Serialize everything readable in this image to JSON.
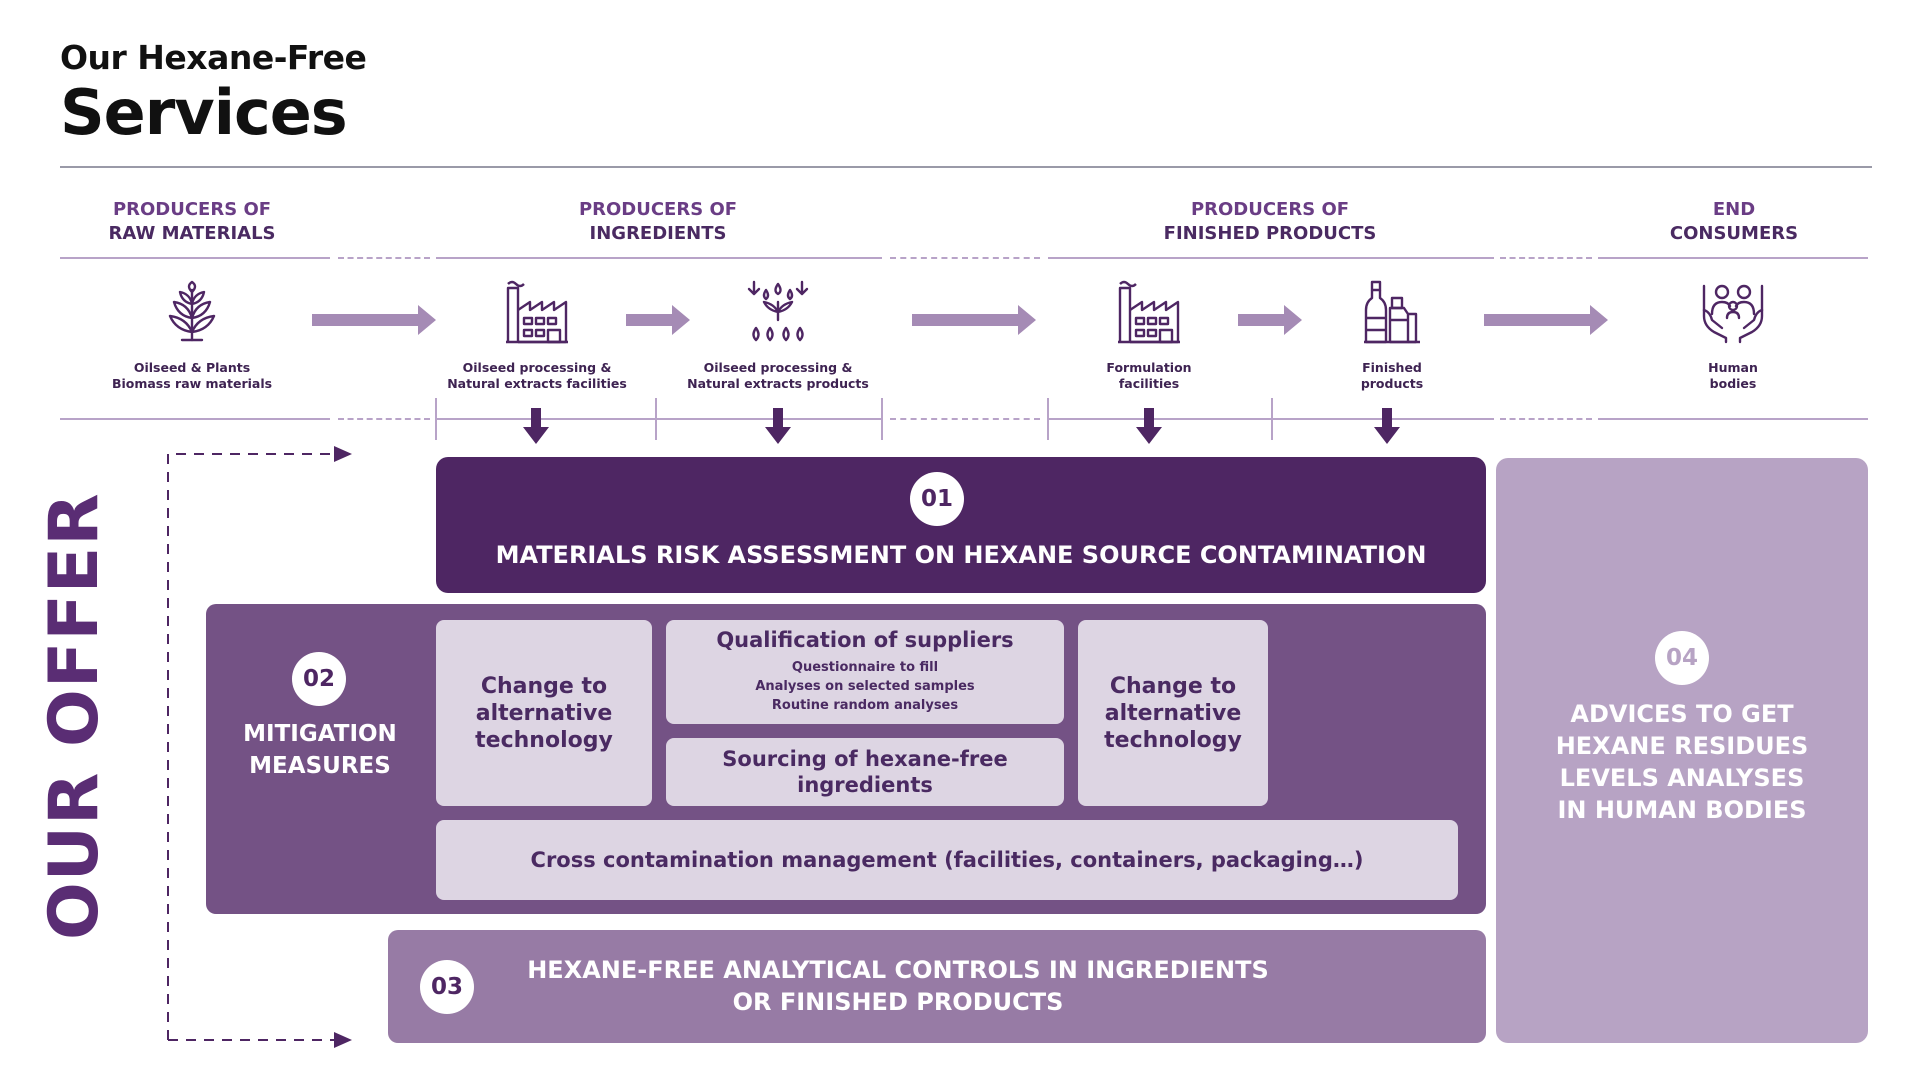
{
  "header": {
    "title_line1": "Our Hexane-Free",
    "title_line2": "Services"
  },
  "stages": [
    {
      "line1": "PRODUCERS OF",
      "line2": "RAW MATERIALS"
    },
    {
      "line1": "PRODUCERS OF",
      "line2": "INGREDIENTS"
    },
    {
      "line1": "PRODUCERS OF",
      "line2": "FINISHED PRODUCTS"
    },
    {
      "line1": "END",
      "line2": "CONSUMERS"
    }
  ],
  "nodes": [
    {
      "icon": "plant-icon",
      "line1": "Oilseed & Plants",
      "line2": "Biomass raw materials"
    },
    {
      "icon": "factory-icon",
      "line1": "Oilseed processing &",
      "line2": "Natural extracts facilities"
    },
    {
      "icon": "extract-drops-icon",
      "line1": "Oilseed processing &",
      "line2": "Natural extracts products"
    },
    {
      "icon": "factory-icon",
      "line1": "Formulation",
      "line2": "facilities"
    },
    {
      "icon": "bottles-icon",
      "line1": "Finished",
      "line2": "products"
    },
    {
      "icon": "family-hands-icon",
      "line1": "Human",
      "line2": "bodies"
    }
  ],
  "offer_label": "OUR OFFER",
  "box01": {
    "number": "01",
    "title": "MATERIALS RISK ASSESSMENT ON HEXANE SOURCE CONTAMINATION"
  },
  "box02": {
    "number": "02",
    "title_line1": "MITIGATION",
    "title_line2": "MEASURES",
    "change_left": [
      "Change to",
      "alternative",
      "technology"
    ],
    "qualification": {
      "title": "Qualification of suppliers",
      "items": [
        "Questionnaire to fill",
        "Analyses on selected samples",
        "Routine random analyses"
      ]
    },
    "sourcing": [
      "Sourcing of hexane-free",
      "ingredients"
    ],
    "change_right": [
      "Change to",
      "alternative",
      "technology"
    ],
    "cross": "Cross contamination management (facilities, containers, packaging…)"
  },
  "box03": {
    "number": "03",
    "line1": "HEXANE-FREE ANALYTICAL CONTROLS IN INGREDIENTS",
    "line2": "OR FINISHED PRODUCTS"
  },
  "box04": {
    "number": "04",
    "lines": [
      "ADVICES TO GET",
      "HEXANE RESIDUES",
      "LEVELS ANALYSES",
      "IN HUMAN BODIES"
    ]
  },
  "colors": {
    "dark": "#4e2663",
    "mid": "#745285",
    "light": "#977ba5",
    "pale": "#b7a3c4",
    "inner": "#ddd5e3",
    "accent": "#6a3d85"
  }
}
